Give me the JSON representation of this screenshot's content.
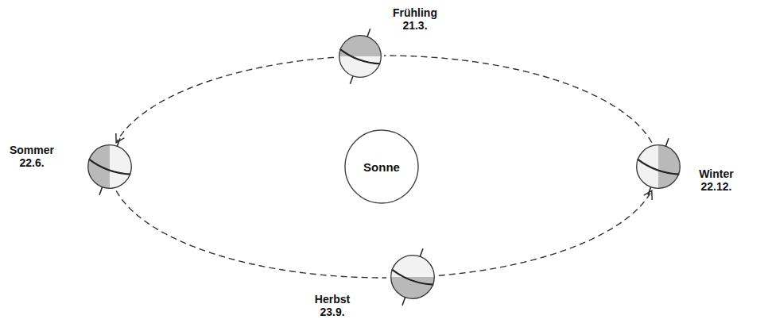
{
  "diagram": {
    "nodes": [
      {
        "text": [
          "Frühling 21.3."
        ]
      },
      {
        "text": [
          "Sommer 22.6."
        ]
      },
      {
        "text": [
          "Sonne"
        ]
      },
      {
        "text": [
          "Winter 22.12."
        ]
      },
      {
        "text": [
          "Herbst 23.9."
        ]
      }
    ],
    "edges": [
      {
        "from": 0,
        "to": 1,
        "arrow": "to"
      },
      {
        "from": 1,
        "to": 4,
        "arrow": "none"
      },
      {
        "from": 4,
        "to": 3,
        "arrow": "to"
      },
      {
        "from": 3,
        "to": 0,
        "arrow": "none"
      }
    ]
  }
}
